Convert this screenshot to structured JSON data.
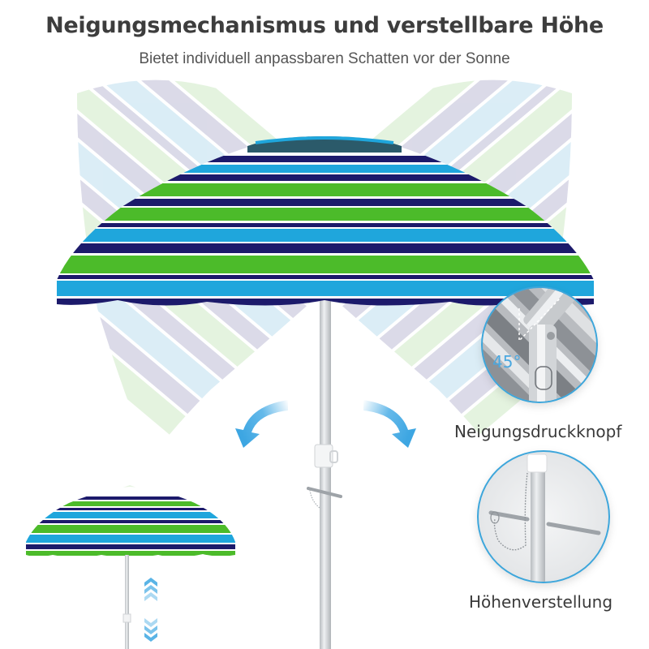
{
  "header": {
    "title": "Neigungsmechanismus und verstellbare Höhe",
    "subtitle": "Bietet individuell anpassbaren Schatten vor der Sonne"
  },
  "callouts": [
    {
      "id": "tilt",
      "label": "Neigungsdruckknopf",
      "angle_text": "45°"
    },
    {
      "id": "height",
      "label": "Höhenverstellung"
    }
  ],
  "colors": {
    "stripe_green": "#4cbb2a",
    "stripe_blue": "#1fa6dc",
    "stripe_navy": "#1c1a6b",
    "stripe_white": "#ffffff",
    "ghost_lavender": "#d7d6e6",
    "ghost_blue": "#d7ecf6",
    "ghost_green": "#e2f2dc",
    "arrow_blue": "#4aade6",
    "circle_border": "#3ea6db",
    "pole": "#cfd2d5",
    "text_dark": "#3d3d3d"
  },
  "icons": [
    "tilt-left-arrow-icon",
    "tilt-right-arrow-icon",
    "height-up-chevrons-icon",
    "height-down-chevrons-icon"
  ]
}
